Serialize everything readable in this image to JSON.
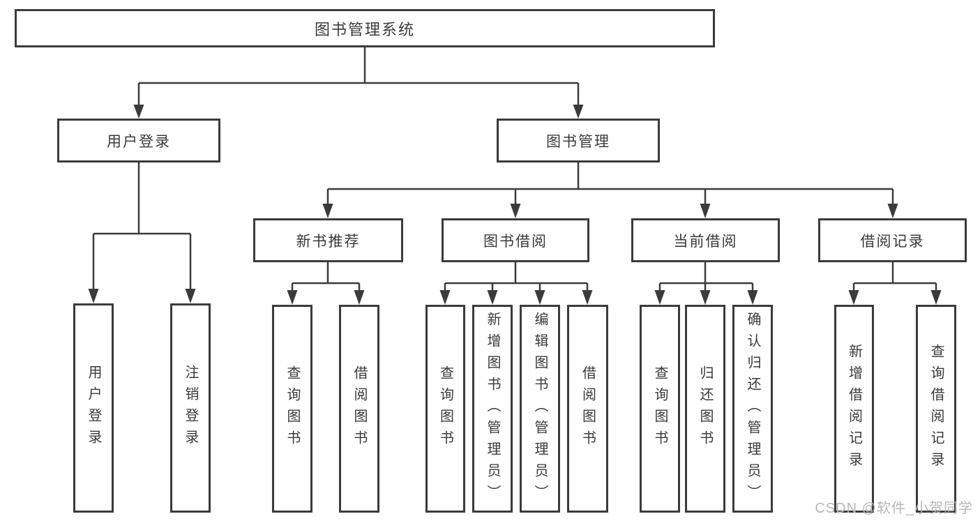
{
  "diagram": {
    "root": {
      "label": "图书管理系统"
    },
    "branches": [
      {
        "label": "用户登录",
        "children": [
          {
            "label": "用户登录"
          },
          {
            "label": "注销登录"
          }
        ]
      },
      {
        "label": "图书管理",
        "children": [
          {
            "label": "新书推荐",
            "children": [
              {
                "label": "查询图书"
              },
              {
                "label": "借阅图书"
              }
            ]
          },
          {
            "label": "图书借阅",
            "children": [
              {
                "label": "查询图书"
              },
              {
                "label": "新增图书（管理员）"
              },
              {
                "label": "编辑图书（管理员）"
              },
              {
                "label": "借阅图书"
              }
            ]
          },
          {
            "label": "当前借阅",
            "children": [
              {
                "label": "查询图书"
              },
              {
                "label": "归还图书"
              },
              {
                "label": "确认归还（管理员）"
              }
            ]
          },
          {
            "label": "借阅记录",
            "children": [
              {
                "label": "新增借阅记录"
              },
              {
                "label": "查询借阅记录"
              }
            ]
          }
        ]
      }
    ]
  },
  "watermark": {
    "text": "CSDN @软件_小贺同学"
  },
  "colors": {
    "line": "#3b3b3b",
    "text": "#3a3a3a",
    "watermark": "#b7b7b7",
    "background": "#ffffff"
  }
}
